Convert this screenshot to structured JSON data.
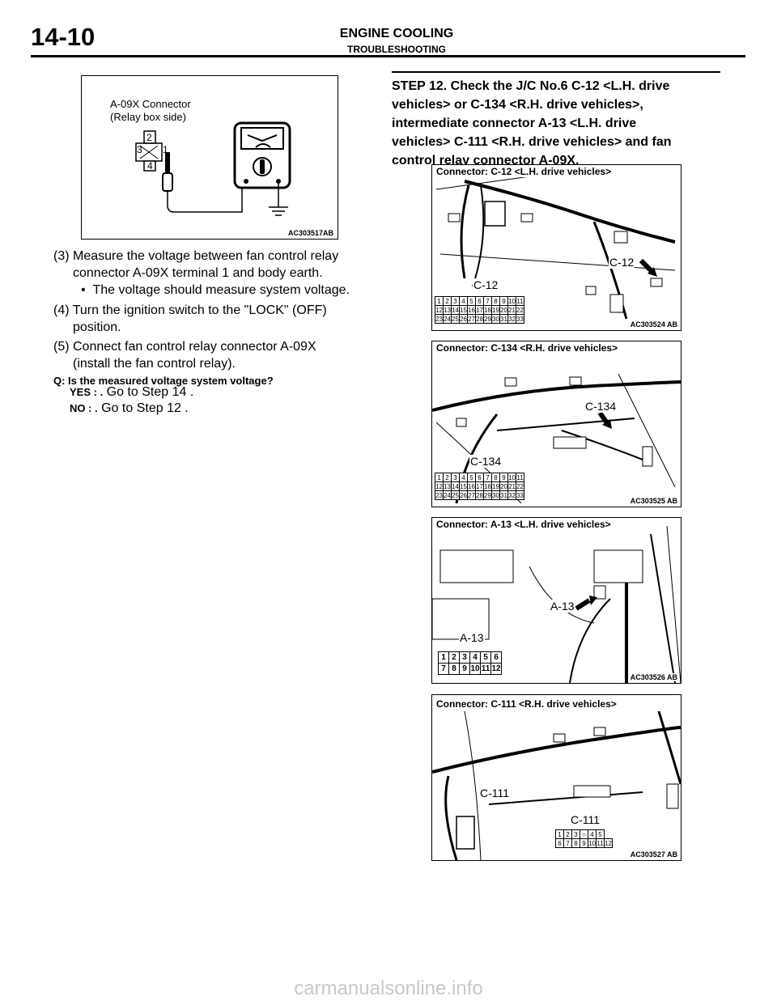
{
  "header": {
    "page_number": "14-10",
    "section": "ENGINE COOLING",
    "subsection": "TROUBLESHOOTING"
  },
  "figure_voltage": {
    "caption_line1": "A-09X Connector",
    "caption_line2": "(Relay box side)",
    "pins": [
      "2",
      "3",
      "1",
      "4"
    ],
    "code": "AC303517AB"
  },
  "instructions": {
    "step3_line1": "(3) Measure the voltage between fan control relay",
    "step3_line2": "connector A-09X terminal 1 and body earth.",
    "step3_bullet": "The voltage should measure system voltage.",
    "step4_line1": "(4) Turn the ignition switch to the \"LOCK\" (OFF)",
    "step4_line2": "position.",
    "step5_line1": "(5) Connect fan control relay connector A-09X",
    "step5_line2": "(install the fan control relay).",
    "question": "Q: Is the measured voltage system voltage?",
    "yes_label": "YES : .",
    "yes_text": "Go to Step 14 .",
    "no_label": "NO : .",
    "no_text": "Go to Step 12 ."
  },
  "step12": {
    "line1": "STEP 12. Check the J/C No.6 C-12 <L.H. drive",
    "line2": "vehicles> or C-134 <R.H. drive vehicles>,",
    "line3": "intermediate connector A-13 <L.H. drive",
    "line4": "vehicles> C-111 <R.H. drive vehicles> and fan",
    "line5": "control relay connector A-09X."
  },
  "figures": [
    {
      "title": "Connector: C-12 <L.H. drive vehicles>",
      "callout_main": "C-12",
      "callout_table": "C-12",
      "code": "AC303524 AB",
      "pin_rows": [
        [
          "1",
          "2",
          "3",
          "4",
          "5",
          "6",
          "7",
          "8",
          "9",
          "10",
          "11"
        ],
        [
          "12",
          "13",
          "14",
          "15",
          "16",
          "17",
          "18",
          "19",
          "20",
          "21",
          "22"
        ],
        [
          "23",
          "24",
          "25",
          "26",
          "27",
          "28",
          "29",
          "30",
          "31",
          "32",
          "33"
        ]
      ]
    },
    {
      "title": "Connector: C-134 <R.H. drive vehicles>",
      "callout_main": "C-134",
      "callout_table": "C-134",
      "code": "AC303525 AB",
      "pin_rows": [
        [
          "1",
          "2",
          "3",
          "4",
          "5",
          "6",
          "7",
          "8",
          "9",
          "10",
          "11"
        ],
        [
          "12",
          "13",
          "14",
          "15",
          "16",
          "17",
          "18",
          "19",
          "20",
          "21",
          "22"
        ],
        [
          "23",
          "24",
          "25",
          "26",
          "27",
          "28",
          "29",
          "30",
          "31",
          "32",
          "33"
        ]
      ]
    },
    {
      "title": "Connector: A-13 <L.H. drive vehicles>",
      "callout_main": "A-13",
      "callout_table": "A-13",
      "code": "AC303526 AB",
      "pin_rows": [
        [
          "1",
          "2",
          "3",
          "4",
          "5",
          "6"
        ],
        [
          "7",
          "8",
          "9",
          "10",
          "11",
          "12"
        ]
      ]
    },
    {
      "title": "Connector: C-111 <R.H. drive vehicles>",
      "callout_main": "C-111",
      "callout_table": "C-111",
      "code": "AC303527 AB",
      "pin_rows": [
        [
          "1",
          "2",
          "3",
          "○",
          "4",
          "5"
        ],
        [
          "6",
          "7",
          "8",
          "9",
          "10",
          "11",
          "12"
        ]
      ]
    }
  ],
  "watermark": "carmanualsonline.info"
}
